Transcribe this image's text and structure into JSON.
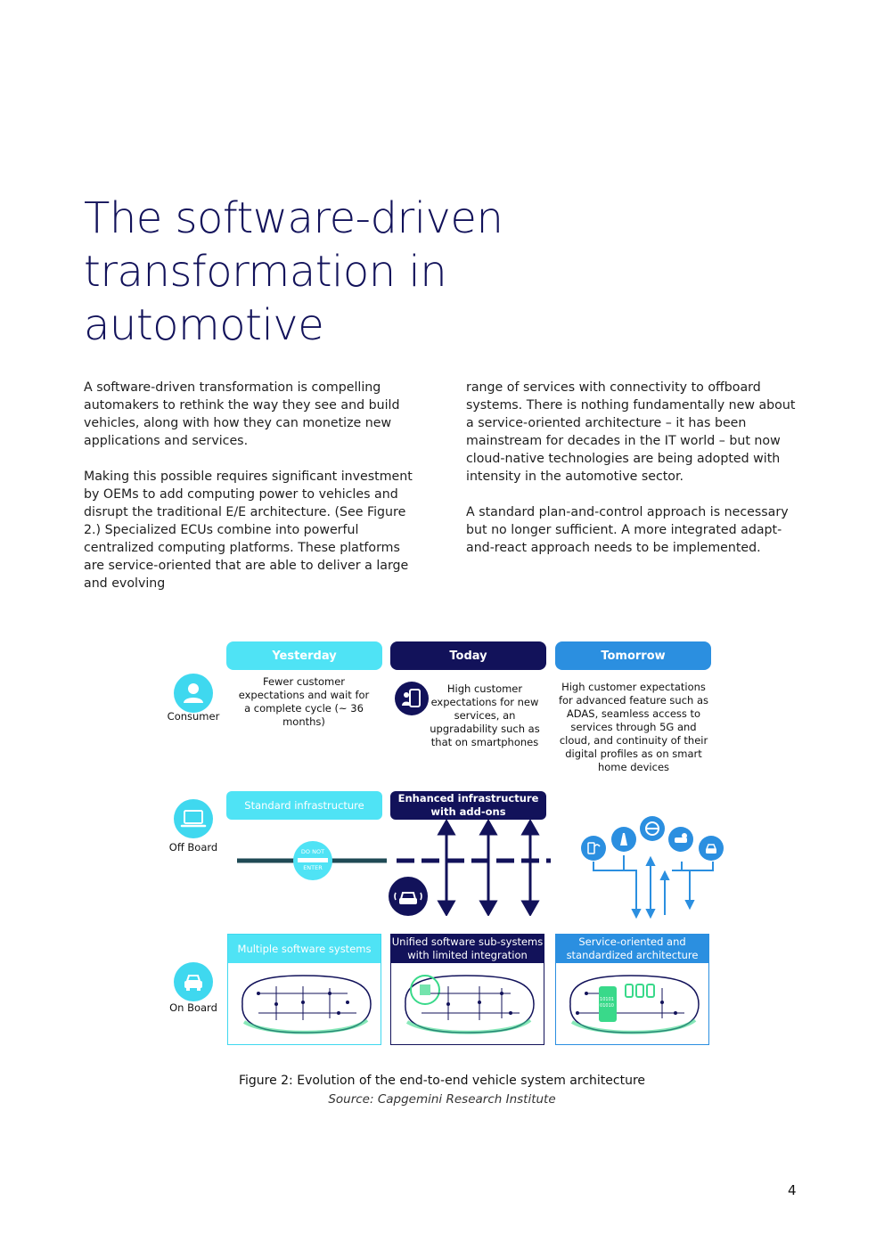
{
  "title": "The software-driven transformation in automotive",
  "body": {
    "col1_p1": "A software-driven transformation is compelling automakers to rethink the way they see and build vehicles, along with how they can monetize new applications and services.",
    "col1_p2": "Making this possible requires significant investment by OEMs to add computing power to vehicles and disrupt the traditional E/E architecture. (See Figure 2.) Specialized ECUs combine into powerful centralized computing platforms. These platforms are service-oriented that are able to deliver a large and evolving",
    "col2_p1": "range of services with connectivity to offboard systems. There is nothing fundamentally new about a service-oriented architecture – it has been mainstream for decades in the IT world – but now cloud-native technologies are being adopted with intensity in the automotive sector.",
    "col2_p2": "A standard plan-and-control approach is necessary but no longer sufficient. A more integrated adapt-and-react approach needs to be implemented."
  },
  "figure": {
    "headers": {
      "yesterday": "Yesterday",
      "today": "Today",
      "tomorrow": "Tomorrow"
    },
    "row_labels": {
      "consumer": "Consumer",
      "off_board": "Off Board",
      "on_board": "On Board"
    },
    "consumer": {
      "yesterday": "Fewer customer expectations and wait for a complete cycle (~ 36 months)",
      "today": "High customer expectations for new services, an upgradability such as that on smartphones",
      "tomorrow": "High customer expectations for advanced feature such as ADAS, seamless access to services through 5G and cloud, and continuity of their digital profiles  as on smart home devices"
    },
    "off_board": {
      "yesterday": "Standard infrastructure",
      "today": "Enhanced infrastructure with add-ons",
      "sign_line1": "DO NOT",
      "sign_line2": "ENTER"
    },
    "on_board": {
      "yesterday": "Multiple software systems",
      "today": "Unified software sub-systems with limited integration",
      "tomorrow": "Service-oriented and standardized architecture",
      "chip_label": "10101 01010"
    },
    "colors": {
      "cyan": "#4fe3f5",
      "navy": "#12125a",
      "blue": "#2b8fe0",
      "teal_line": "#1f4a55",
      "green": "#39d98a"
    }
  },
  "caption": "Figure 2: Evolution of the end-to-end vehicle system architecture",
  "source": "Source: Capgemini Research Institute",
  "page_number": "4"
}
